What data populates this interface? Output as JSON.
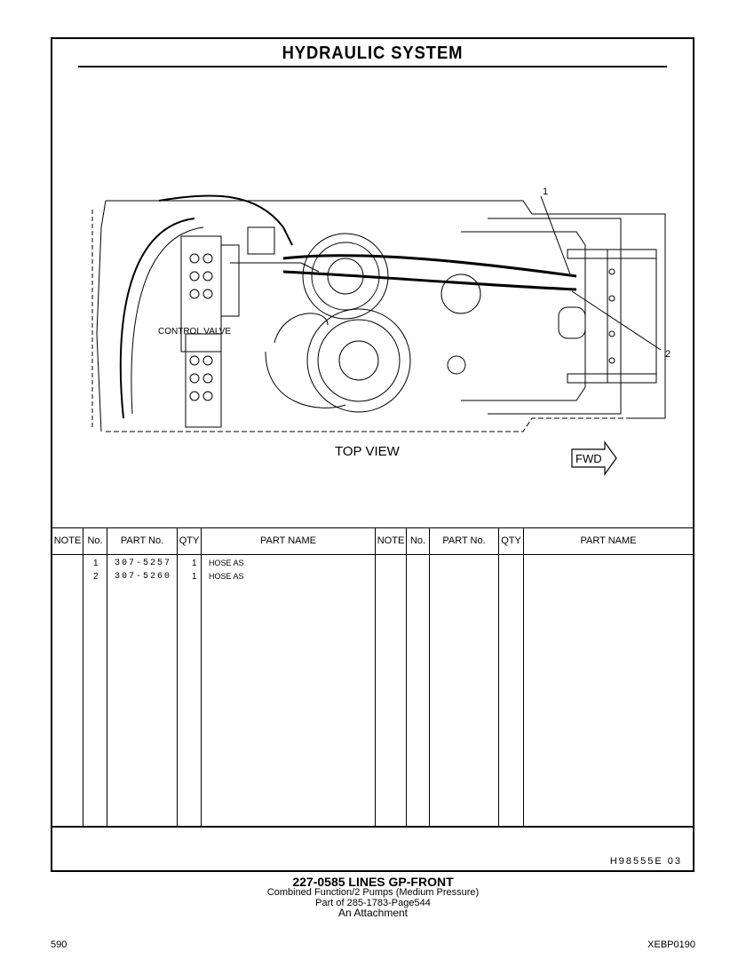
{
  "title": "HYDRAULIC SYSTEM",
  "drawing": {
    "view_label": "TOP VIEW",
    "control_valve_label": "CONTROL VALVE",
    "fwd_label": "FWD",
    "callouts": [
      "1",
      "2"
    ]
  },
  "table": {
    "headers": [
      "NOTE",
      "No.",
      "PART No.",
      "QTY",
      "PART NAME"
    ],
    "rows": [
      {
        "note": "",
        "no": "1",
        "part_no": "307-5257",
        "qty": "1",
        "name": "HOSE AS"
      },
      {
        "note": "",
        "no": "2",
        "part_no": "307-5260",
        "qty": "1",
        "name": "HOSE AS"
      }
    ]
  },
  "image_code": "H98555E   03",
  "caption": {
    "line1": "227-0585  LINES  GP-FRONT",
    "line2": "Combined  Function/2  Pumps (Medium  Pressure)",
    "line3": "Part of 285-1783-Page544",
    "line4": "An Attachment"
  },
  "page_number": "590",
  "doc_code": "XEBP0190"
}
